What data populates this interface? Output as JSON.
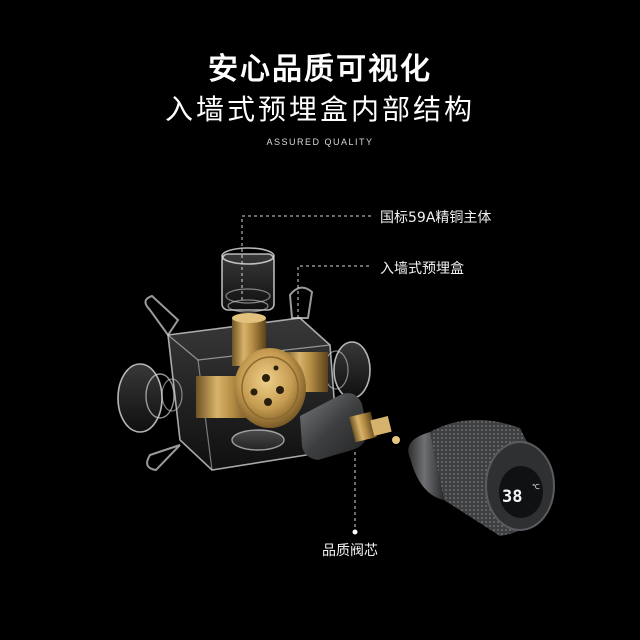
{
  "heading": {
    "title_line1": "安心品质可视化",
    "title_line2": "入墙式预埋盒内部结构",
    "subtitle": "ASSURED QUALITY"
  },
  "callouts": {
    "brass_body": "国标59A精铜主体",
    "embedded_box": "入墙式预埋盒",
    "valve_core": "品质阀芯"
  },
  "display": {
    "temperature": "38",
    "unit": "℃"
  },
  "colors": {
    "background": "#000000",
    "brass": "#c9a258",
    "gunmetal": "#4a4b4d"
  }
}
